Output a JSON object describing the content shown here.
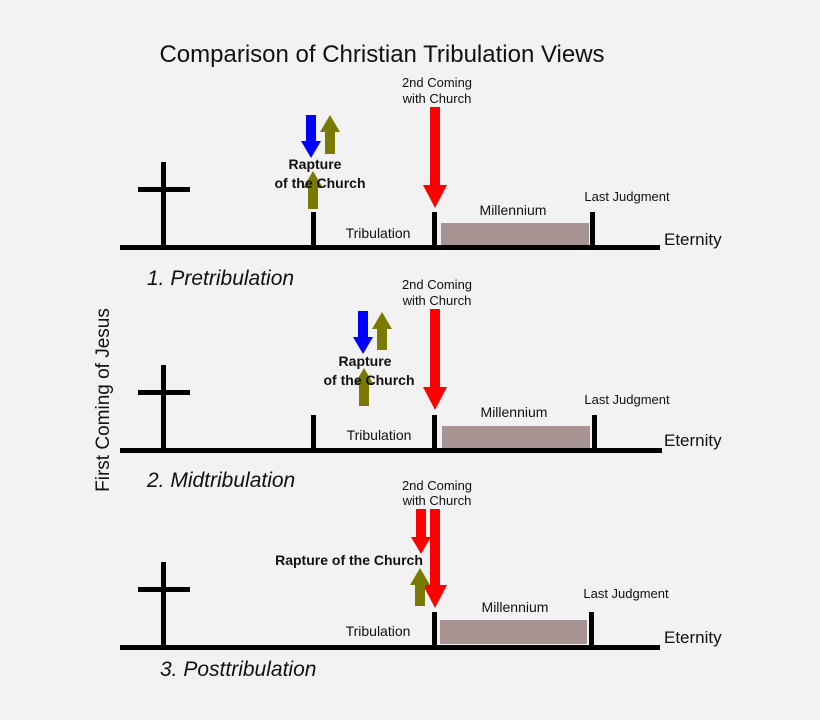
{
  "title": "Comparison of Christian Tribulation Views",
  "side_label": "First Coming of Jesus",
  "colors": {
    "background": "#f2f2f2",
    "line": "#000000",
    "millennium_bar": "#a89393",
    "red_arrow": "#ff0000",
    "blue_arrow": "#0000ff",
    "olive_arrow": "#7a7a00"
  },
  "icons": [
    "cross-icon",
    "red-arrow-down-icon",
    "blue-arrow-down-icon",
    "olive-arrow-up-icon"
  ],
  "panels": [
    {
      "caption": "1. Pretribulation",
      "second_coming_line1": "2nd Coming",
      "second_coming_line2": "with Church",
      "rapture_line1": "Rapture",
      "rapture_line2": "of the Church",
      "tribulation": "Tribulation",
      "millennium": "Millennium",
      "last_judgment": "Last Judgment",
      "eternity": "Eternity"
    },
    {
      "caption": "2. Midtribulation",
      "second_coming_line1": "2nd Coming",
      "second_coming_line2": "with Church",
      "rapture_line1": "Rapture",
      "rapture_line2": "of the Church",
      "tribulation": "Tribulation",
      "millennium": "Millennium",
      "last_judgment": "Last Judgment",
      "eternity": "Eternity"
    },
    {
      "caption": "3. Posttribulation",
      "second_coming_line1": "2nd Coming",
      "second_coming_line2": "with Church",
      "rapture_line1": "Rapture of the Church",
      "tribulation": "Tribulation",
      "millennium": "Millennium",
      "last_judgment": "Last Judgment",
      "eternity": "Eternity"
    }
  ]
}
